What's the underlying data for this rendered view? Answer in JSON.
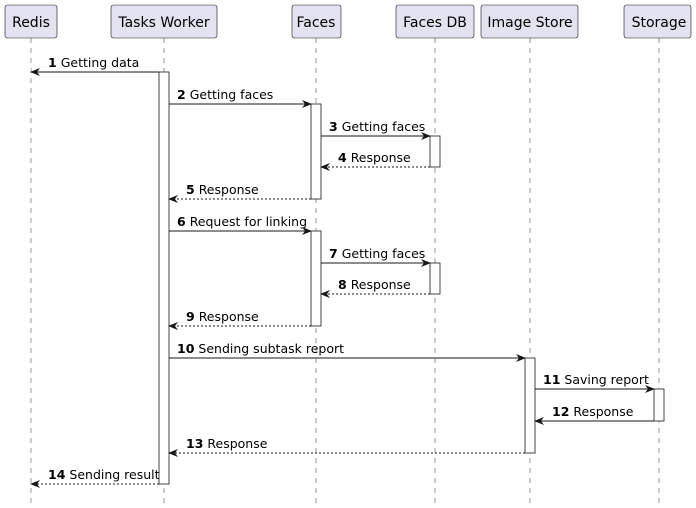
{
  "colors": {
    "participant_fill": "#E2E2F0",
    "participant_border": "#181818",
    "lifeline": "#9A9A9A",
    "activation_fill": "#FFFFFF",
    "arrow": "#181818"
  },
  "participants": [
    {
      "id": "redis",
      "label": "Redis"
    },
    {
      "id": "tasks-worker",
      "label": "Tasks Worker"
    },
    {
      "id": "faces",
      "label": "Faces"
    },
    {
      "id": "faces-db",
      "label": "Faces DB"
    },
    {
      "id": "image-store",
      "label": "Image Store"
    },
    {
      "id": "storage",
      "label": "Storage"
    }
  ],
  "messages": [
    {
      "num": "1",
      "label": "Getting data",
      "from": "tasks-worker",
      "to": "redis",
      "style": "solid"
    },
    {
      "num": "2",
      "label": "Getting faces",
      "from": "tasks-worker",
      "to": "faces",
      "style": "solid"
    },
    {
      "num": "3",
      "label": "Getting faces",
      "from": "faces",
      "to": "faces-db",
      "style": "solid"
    },
    {
      "num": "4",
      "label": "Response",
      "from": "faces-db",
      "to": "faces",
      "style": "dashed"
    },
    {
      "num": "5",
      "label": "Response",
      "from": "faces",
      "to": "tasks-worker",
      "style": "dashed"
    },
    {
      "num": "6",
      "label": "Request for linking",
      "from": "tasks-worker",
      "to": "faces",
      "style": "solid"
    },
    {
      "num": "7",
      "label": "Getting faces",
      "from": "faces",
      "to": "faces-db",
      "style": "solid"
    },
    {
      "num": "8",
      "label": "Response",
      "from": "faces-db",
      "to": "faces",
      "style": "dashed"
    },
    {
      "num": "9",
      "label": "Response",
      "from": "faces",
      "to": "tasks-worker",
      "style": "dashed"
    },
    {
      "num": "10",
      "label": "Sending subtask report",
      "from": "tasks-worker",
      "to": "image-store",
      "style": "solid"
    },
    {
      "num": "11",
      "label": "Saving report",
      "from": "image-store",
      "to": "storage",
      "style": "solid"
    },
    {
      "num": "12",
      "label": "Response",
      "from": "storage",
      "to": "image-store",
      "style": "solid"
    },
    {
      "num": "13",
      "label": "Response",
      "from": "image-store",
      "to": "tasks-worker",
      "style": "dashed"
    },
    {
      "num": "14",
      "label": "Sending result",
      "from": "tasks-worker",
      "to": "redis",
      "style": "dashed"
    }
  ]
}
